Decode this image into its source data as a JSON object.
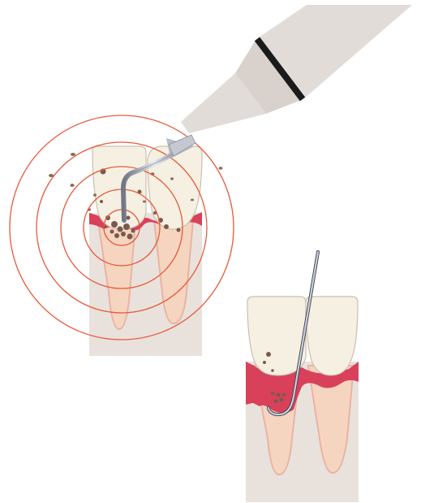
{
  "figure": {
    "panels": [
      {
        "id": "ultrasonic-scaling",
        "instrument": "ultrasonic-scaler-handpiece",
        "shows_vibration_rings": true
      },
      {
        "id": "hand-scaling",
        "instrument": "curette-hand-instrument",
        "shows_vibration_rings": false
      }
    ]
  },
  "colors": {
    "background": "#ffffff",
    "ring": "#e8593a",
    "bone_block": "#e9e2dc",
    "root": "#f5d5bf",
    "root_outline": "#eab2a5",
    "crown": "#f6f0e3",
    "crown_outline": "#cbbfae",
    "gum": "#d9405a",
    "calculus": "#7a5a4d",
    "handpiece": "#e2dcd8",
    "handpiece_band": "#1b1b1b",
    "metal": "#9aa0ad"
  }
}
